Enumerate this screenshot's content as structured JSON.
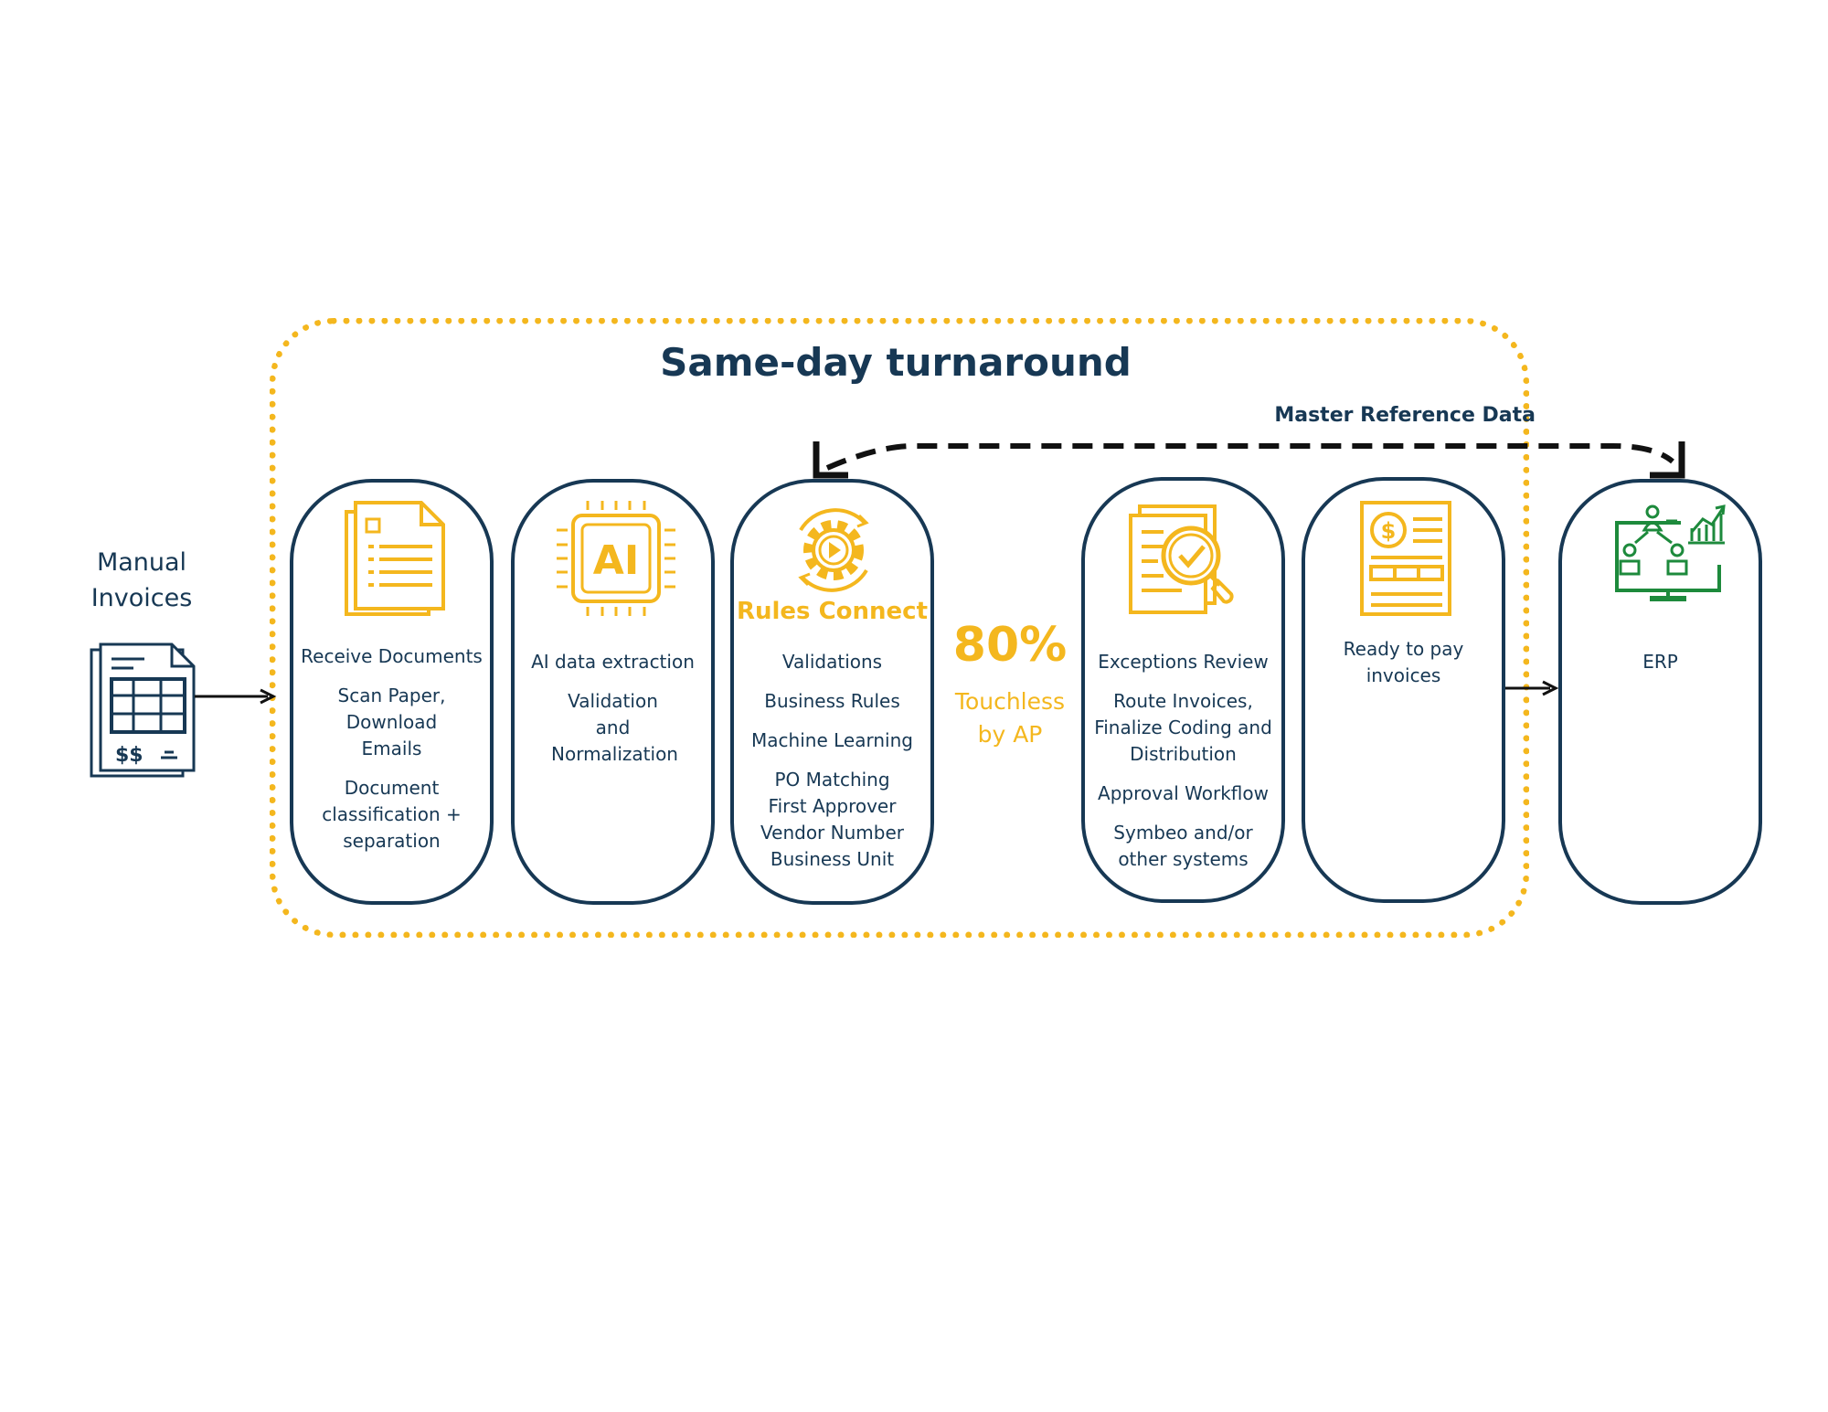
{
  "colors": {
    "navy": "#173854",
    "yellow": "#f4b71e",
    "green": "#1d8a3c"
  },
  "frame_title": "Same-day turnaround",
  "master_reference": "Master Reference Data",
  "manual_invoices": [
    "Manual",
    "Invoices"
  ],
  "touchless": {
    "percent": "80%",
    "line1": "Touchless",
    "line2": "by AP"
  },
  "columns": [
    {
      "icon": "document-pages-icon",
      "lines": [
        "Receive Documents",
        "Scan Paper, Download Emails",
        "Document classification + separation"
      ]
    },
    {
      "icon": "ai-chip-icon",
      "icon_text": "AI",
      "lines": [
        "AI data extraction",
        "Validation and Normalization"
      ]
    },
    {
      "icon": "gear-play-icon",
      "label": "Rules Connect",
      "lines": [
        "Validations",
        "Business Rules",
        "Machine Learning",
        "PO Matching First Approver Vendor Number Business Unit"
      ]
    },
    {
      "icon": "document-check-magnifier-icon",
      "lines": [
        "Exceptions Review",
        "Route Invoices, Finalize Coding and Distribution",
        "Approval Workflow",
        "Symbeo and/or other systems"
      ]
    },
    {
      "icon": "invoice-dollar-icon",
      "lines": [
        "Ready to pay invoices"
      ]
    },
    {
      "icon": "erp-network-monitor-icon",
      "lines": [
        "ERP"
      ]
    }
  ]
}
